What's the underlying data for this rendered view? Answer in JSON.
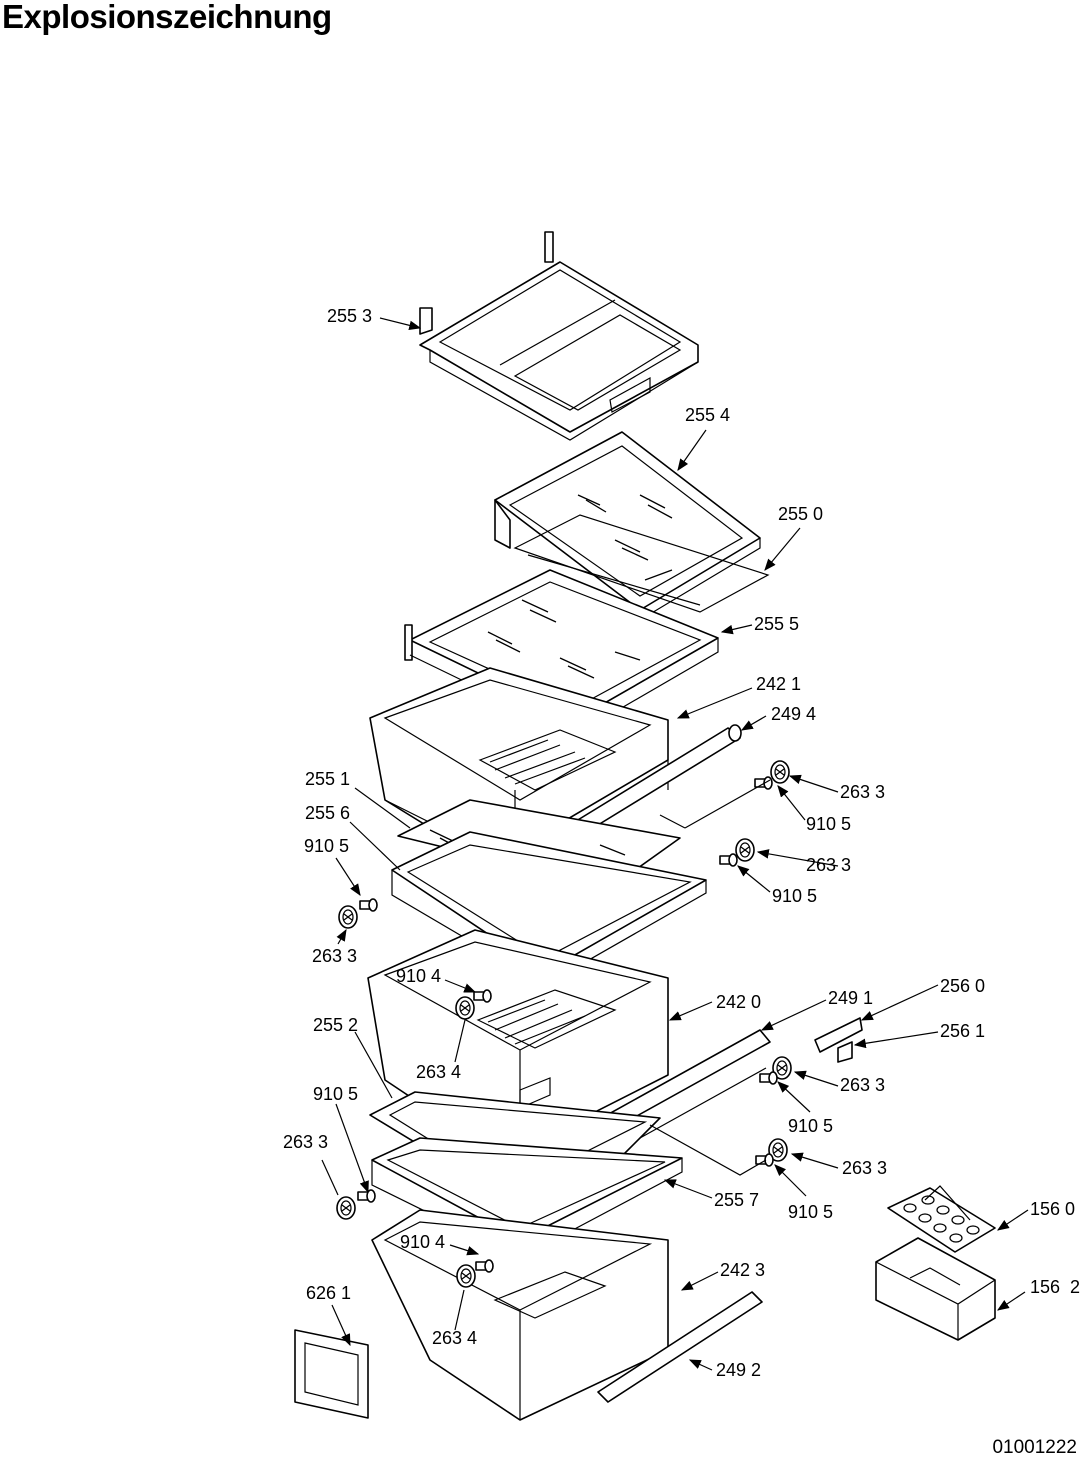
{
  "title": "Explosionszeichnung",
  "document_number": "01001222",
  "labels": [
    {
      "key": "l2553",
      "text": "255 3"
    },
    {
      "key": "l2554",
      "text": "255 4"
    },
    {
      "key": "l2550",
      "text": "255 0"
    },
    {
      "key": "l2555",
      "text": "255 5"
    },
    {
      "key": "l2421",
      "text": "242 1"
    },
    {
      "key": "l2494",
      "text": "249 4"
    },
    {
      "key": "l2551",
      "text": "255 1"
    },
    {
      "key": "l2556",
      "text": "255 6"
    },
    {
      "key": "l9105a",
      "text": "910 5"
    },
    {
      "key": "l2633a",
      "text": "263 3"
    },
    {
      "key": "l9105b",
      "text": "910 5"
    },
    {
      "key": "l2633b",
      "text": "263 3"
    },
    {
      "key": "l9105c",
      "text": "910 5"
    },
    {
      "key": "l2633c",
      "text": "263 3"
    },
    {
      "key": "l9104a",
      "text": "910 4"
    },
    {
      "key": "l2420",
      "text": "242 0"
    },
    {
      "key": "l2491",
      "text": "249 1"
    },
    {
      "key": "l2560",
      "text": "256 0"
    },
    {
      "key": "l2561",
      "text": "256 1"
    },
    {
      "key": "l2552",
      "text": "255 2"
    },
    {
      "key": "l2634a",
      "text": "263 4"
    },
    {
      "key": "l2633d",
      "text": "263 3"
    },
    {
      "key": "l9105d",
      "text": "910 5"
    },
    {
      "key": "l9105e",
      "text": "910 5"
    },
    {
      "key": "l2633e",
      "text": "263 3"
    },
    {
      "key": "l2633f",
      "text": "263 3"
    },
    {
      "key": "l2557",
      "text": "255 7"
    },
    {
      "key": "l9105f",
      "text": "910 5"
    },
    {
      "key": "l1560",
      "text": "156 0"
    },
    {
      "key": "l9104b",
      "text": "910 4"
    },
    {
      "key": "l2423",
      "text": "242 3"
    },
    {
      "key": "l1562",
      "text": "156  2"
    },
    {
      "key": "l6261",
      "text": "626 1"
    },
    {
      "key": "l2634b",
      "text": "263 4"
    },
    {
      "key": "l2492",
      "text": "249 2"
    }
  ]
}
